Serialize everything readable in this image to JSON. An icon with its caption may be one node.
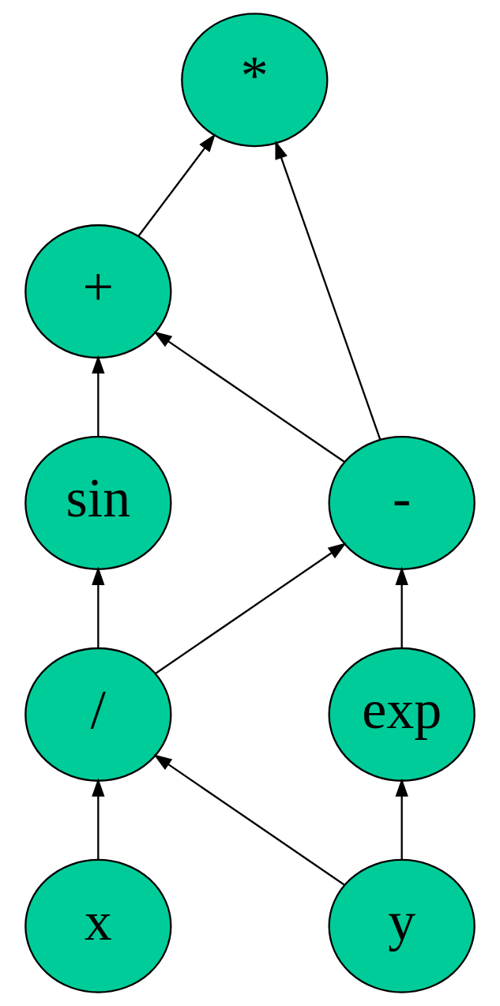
{
  "diagram": {
    "nodes": [
      {
        "text": [
          "*"
        ]
      },
      {
        "text": [
          "+"
        ]
      },
      {
        "text": [
          "sin"
        ]
      },
      {
        "text": [
          "-"
        ]
      },
      {
        "text": [
          "/"
        ]
      },
      {
        "text": [
          "exp"
        ]
      },
      {
        "text": [
          "x"
        ]
      },
      {
        "text": [
          "y"
        ]
      }
    ],
    "edges": [
      {
        "from": 1,
        "to": 0,
        "arrow": "to"
      },
      {
        "from": 3,
        "to": 0,
        "arrow": "to"
      },
      {
        "from": 2,
        "to": 1,
        "arrow": "to"
      },
      {
        "from": 3,
        "to": 1,
        "arrow": "to"
      },
      {
        "from": 4,
        "to": 2,
        "arrow": "to"
      },
      {
        "from": 4,
        "to": 3,
        "arrow": "to"
      },
      {
        "from": 5,
        "to": 3,
        "arrow": "to"
      },
      {
        "from": 6,
        "to": 4,
        "arrow": "to"
      },
      {
        "from": 7,
        "to": 4,
        "arrow": "to"
      },
      {
        "from": 7,
        "to": 5,
        "arrow": "to"
      }
    ]
  }
}
